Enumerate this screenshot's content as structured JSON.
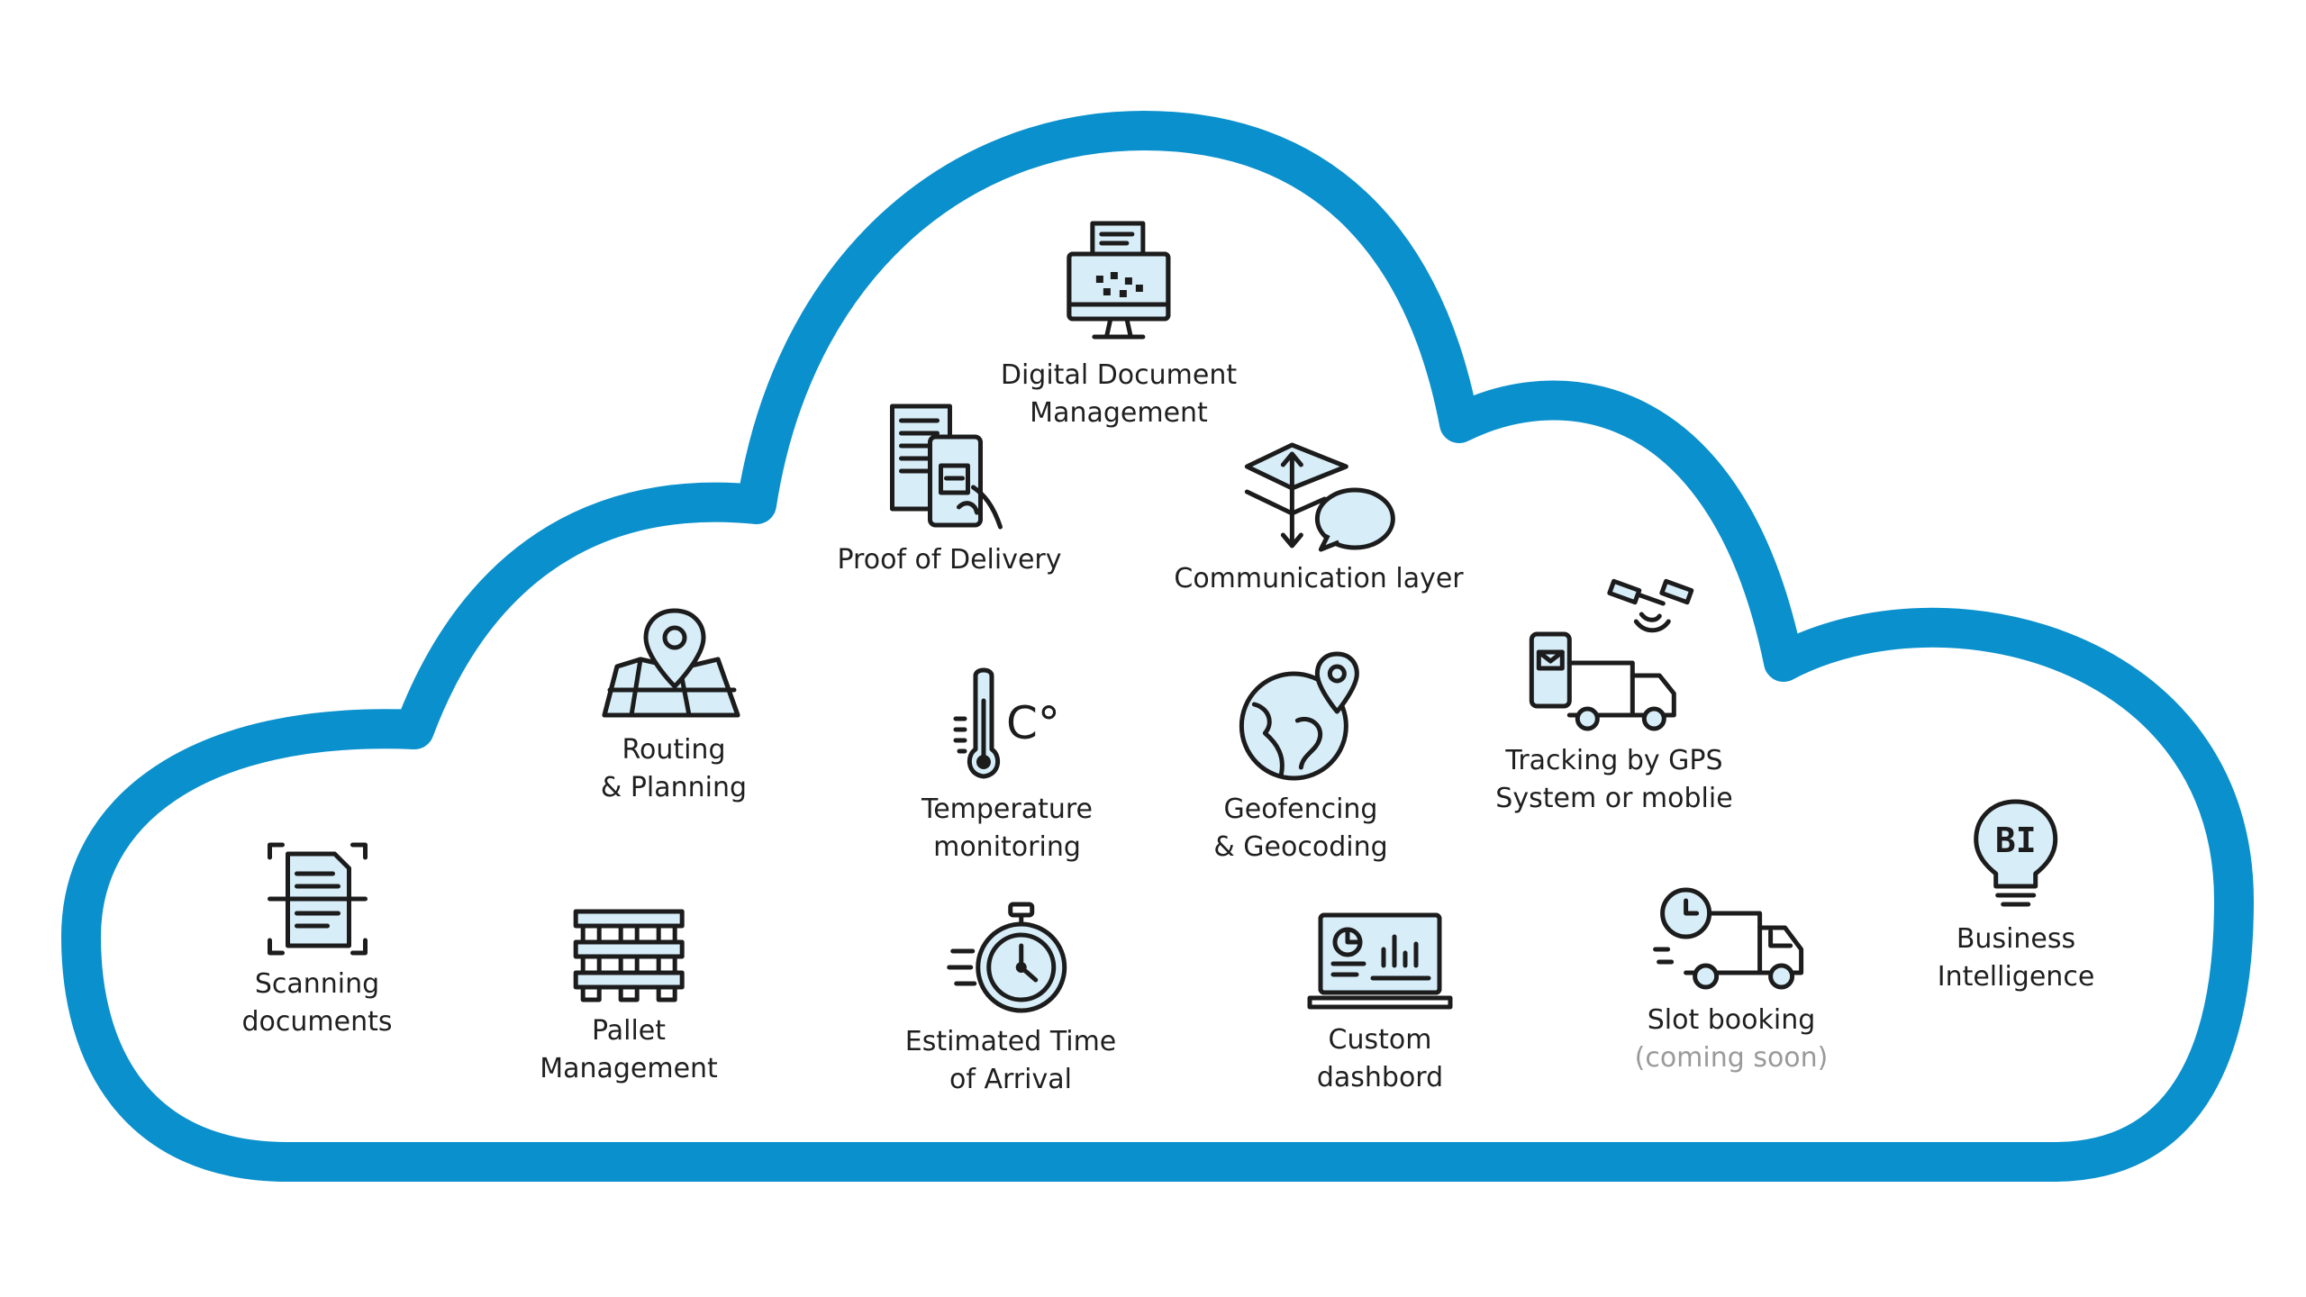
{
  "colors": {
    "cloud_outline": "#0a90cc",
    "icon_stroke": "#1c1c1c",
    "icon_fill": "#d7edf8",
    "label_text": "#1f1f1f",
    "muted_text": "#9a9a9a"
  },
  "features": {
    "digital_document": {
      "icon": "document-printer-monitor-icon",
      "line1": "Digital Document",
      "line2": "Management"
    },
    "proof_of_delivery": {
      "icon": "phone-document-scan-icon",
      "line1": "Proof of Delivery"
    },
    "communication_layer": {
      "icon": "layers-chat-icon",
      "line1": "Communication layer"
    },
    "routing_planning": {
      "icon": "map-pin-icon",
      "line1": "Routing",
      "line2": "& Planning"
    },
    "temperature": {
      "icon": "thermometer-icon",
      "line1": "Temperature",
      "line2": "monitoring",
      "glyph": "C°"
    },
    "geofencing": {
      "icon": "globe-pin-icon",
      "line1": "Geofencing",
      "line2": "& Geocoding"
    },
    "tracking_gps": {
      "icon": "truck-satellite-phone-icon",
      "line1": "Tracking by GPS",
      "line2": "System or moblie"
    },
    "scanning": {
      "icon": "document-scan-icon",
      "line1": "Scanning",
      "line2": "documents"
    },
    "pallet": {
      "icon": "pallet-icon",
      "line1": "Pallet",
      "line2": "Management"
    },
    "eta": {
      "icon": "stopwatch-icon",
      "line1": "Estimated Time",
      "line2": "of Arrival"
    },
    "dashboard": {
      "icon": "laptop-chart-icon",
      "line1": "Custom",
      "line2": "dashbord"
    },
    "slot_booking": {
      "icon": "truck-clock-icon",
      "line1": "Slot booking",
      "line2": "(coming soon)"
    },
    "business_intelligence": {
      "icon": "lightbulb-bi-icon",
      "line1": "Business",
      "line2": "Intelligence",
      "glyph": "BI"
    }
  }
}
